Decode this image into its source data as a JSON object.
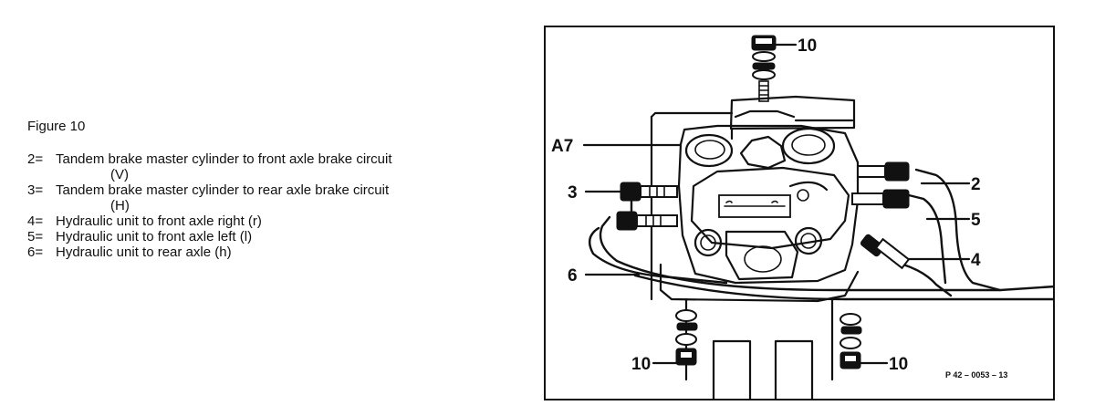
{
  "caption": {
    "title": "Figure 10",
    "items": [
      {
        "key": "2=",
        "text": "Tandem brake master cylinder to front axle brake circuit",
        "sub": "(V)"
      },
      {
        "key": "3=",
        "text": "Tandem brake master cylinder to rear axle brake circuit",
        "sub": "(H)"
      },
      {
        "key": "4=",
        "text": "Hydraulic unit to front axle right (r)",
        "sub": ""
      },
      {
        "key": "5=",
        "text": "Hydraulic unit to front axle left (l)",
        "sub": ""
      },
      {
        "key": "6=",
        "text": "Hydraulic unit to rear axle (h)",
        "sub": ""
      }
    ]
  },
  "figure": {
    "callouts": {
      "top_nut": "10",
      "unit": "A7",
      "line2": "2",
      "line3": "3",
      "line5": "5",
      "line4": "4",
      "line6": "6",
      "bottom_left_nut": "10",
      "bottom_right_nut": "10"
    },
    "code": "P 42 – 0053 – 13"
  }
}
